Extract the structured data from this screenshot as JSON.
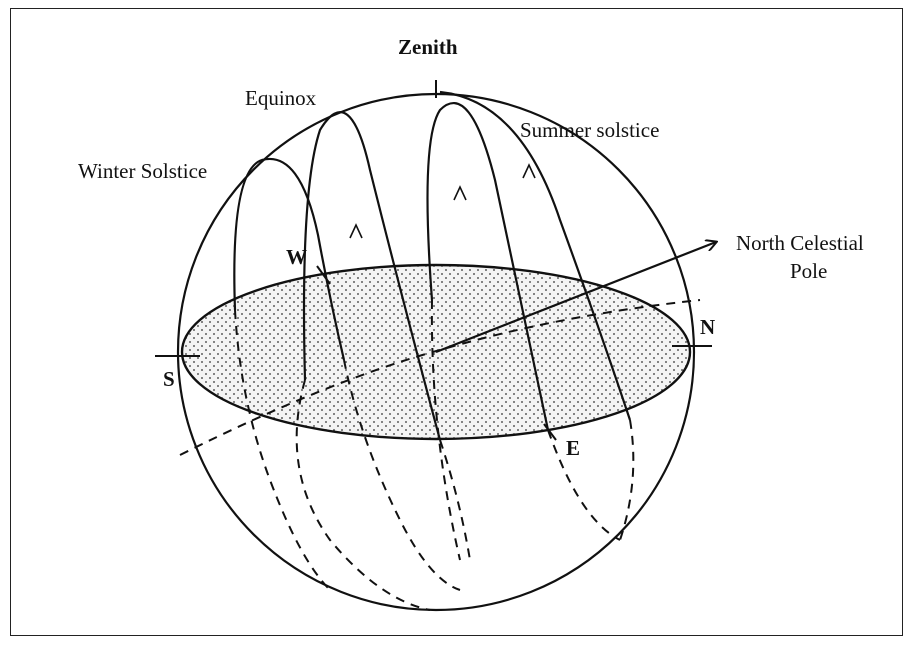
{
  "diagram": {
    "labels": {
      "zenith": "Zenith",
      "equinox": "Equinox",
      "winter_solstice": "Winter Solstice",
      "summer_solstice": "Summer solstice",
      "north_celestial_pole_line1": "North Celestial",
      "north_celestial_pole_line2": "Pole",
      "west": "W",
      "east": "E",
      "north": "N",
      "south": "S"
    },
    "colors": {
      "ink": "#111111",
      "horizon_fill": "#e8e8e8",
      "background": "#ffffff"
    }
  }
}
